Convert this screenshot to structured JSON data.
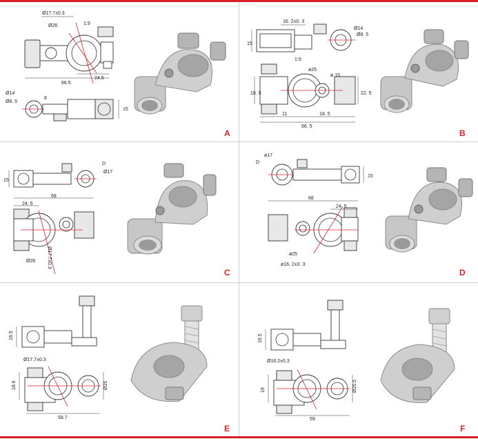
{
  "panels": [
    {
      "id": "A",
      "label": "A",
      "dims": {
        "d_outer": "Ø17.7±0.3",
        "taper": "1:9",
        "d_inner": "Ø26",
        "w_266": "66.5",
        "w_245": "24.5",
        "d14": "Ø14",
        "d85": "Ø8. 5",
        "h8": "8",
        "h15": "15"
      }
    },
    {
      "id": "B",
      "label": "B",
      "dims": {
        "w_162": "16. 2±0. 3",
        "d14": "Ø14",
        "d85": "Ø8. 5",
        "h15": "15",
        "taper": "1:9",
        "d25": "ø25",
        "d15": "ø 15",
        "h185": "18. 5",
        "h225": "22. 5",
        "w11": "11",
        "w185": "18. 5",
        "w665": "66. 5"
      }
    },
    {
      "id": "C",
      "label": "C",
      "dims": {
        "h15": "15",
        "d_letter": "D",
        "d17": "Ø17",
        "w245": "24. 5",
        "w68": "68",
        "d26": "Ø26",
        "d177": "Ø17.7±0.3"
      }
    },
    {
      "id": "D",
      "label": "D",
      "dims": {
        "d17": "ø17",
        "d_letter": "D",
        "h15": "15",
        "w68": "68",
        "w245": "24. 5",
        "d25": "ø25",
        "d162": "ø16. 2±0. 3"
      }
    },
    {
      "id": "E",
      "label": "E",
      "dims": {
        "h165": "16.5",
        "d177": "Ø17.7±0.3",
        "h186": "18.6",
        "d25": "Ø25",
        "w587": "58.7"
      }
    },
    {
      "id": "F",
      "label": "F",
      "dims": {
        "h165": "16.5",
        "d162": "Ø16.2±0.3",
        "h19": "19",
        "d255": "Ø25.5",
        "w59": "59"
      }
    }
  ]
}
